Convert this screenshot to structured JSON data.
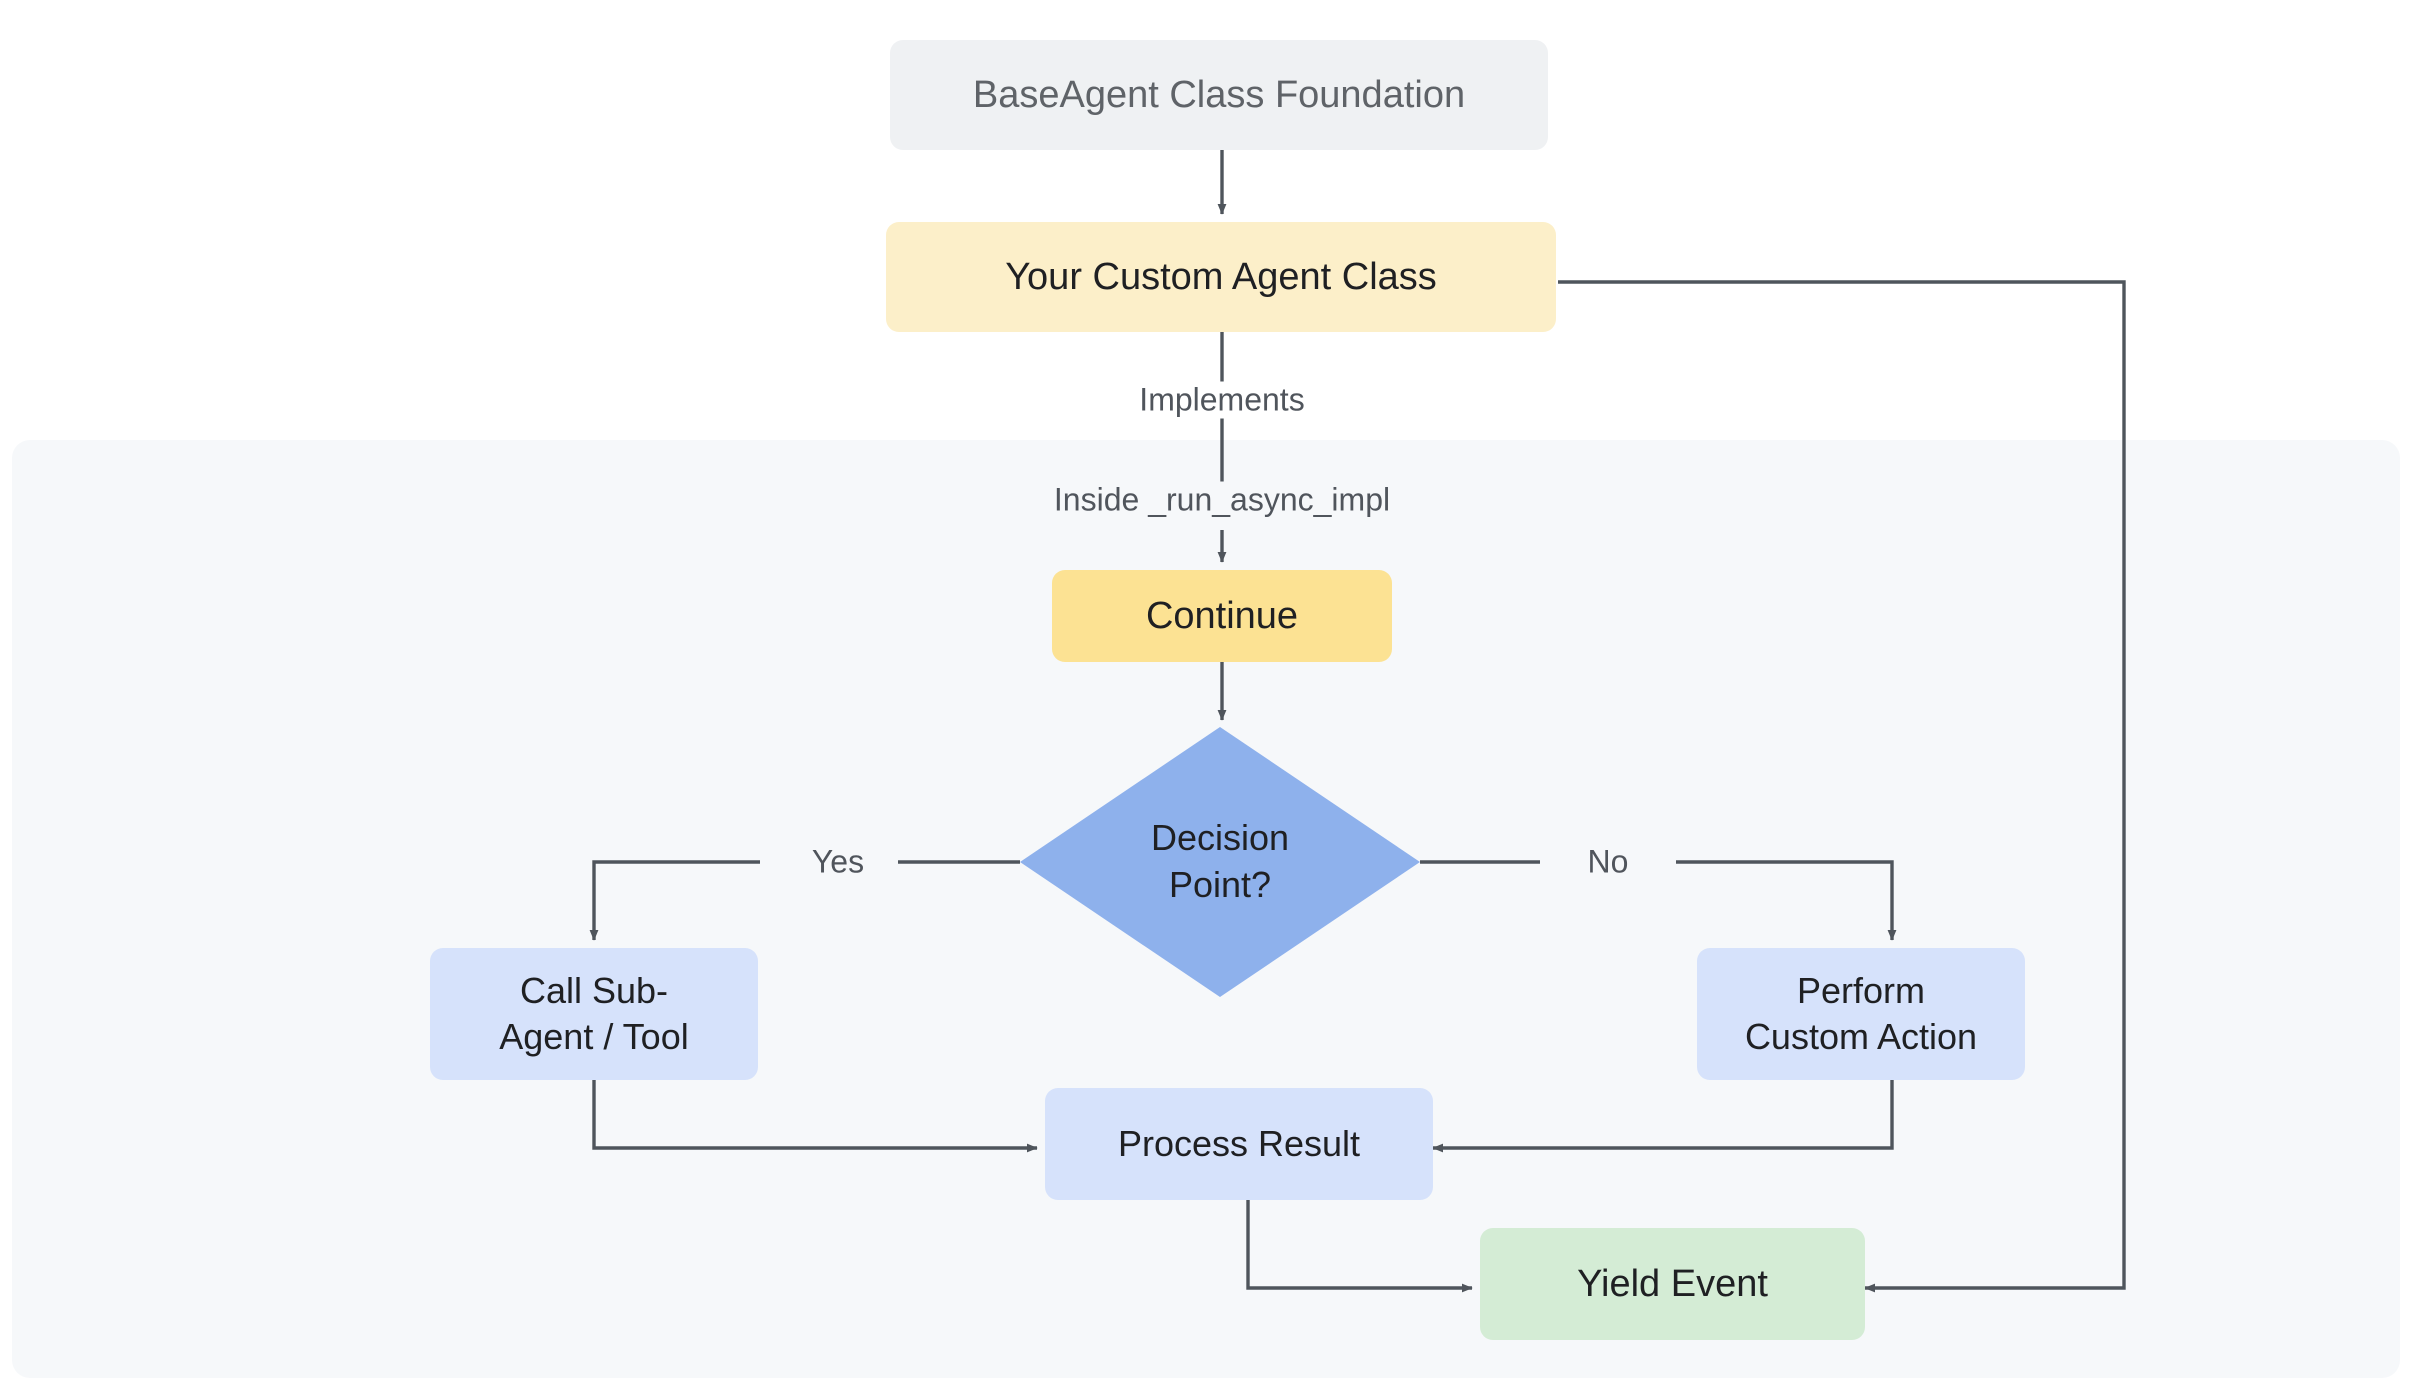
{
  "diagram": {
    "type": "flowchart",
    "title": "",
    "orientation": "top-down",
    "colors": {
      "background": "#ffffff",
      "subgraph_panel": "#f6f8fa",
      "base_node": "#eff1f3",
      "base_node_text": "#5f6368",
      "custom_agent_node": "#fcefc9",
      "continue_node": "#fce293",
      "decision_node": "#8eb1ec",
      "action_node": "#d6e2fb",
      "yield_node": "#d4ecd5",
      "edge_stroke": "#4f555c",
      "node_text": "#1f2023",
      "edge_label_text": "#50555c"
    },
    "nodes": [
      {
        "id": "base_agent",
        "label": "BaseAgent Class Foundation",
        "shape": "rounded-rect",
        "color": "#eff1f3"
      },
      {
        "id": "custom_agent",
        "label": "Your Custom Agent Class",
        "shape": "rounded-rect",
        "color": "#fcefc9"
      },
      {
        "id": "continue",
        "label": "Continue",
        "shape": "rounded-rect",
        "color": "#fce293"
      },
      {
        "id": "decision",
        "label": "Decision\nPoint?",
        "shape": "diamond",
        "color": "#8eb1ec"
      },
      {
        "id": "call_sub_agent",
        "label": "Call Sub-\nAgent / Tool",
        "shape": "rounded-rect",
        "color": "#d6e2fb"
      },
      {
        "id": "custom_action",
        "label": "Perform\nCustom Action",
        "shape": "rounded-rect",
        "color": "#d6e2fb"
      },
      {
        "id": "process_result",
        "label": "Process Result",
        "shape": "rounded-rect",
        "color": "#d6e2fb"
      },
      {
        "id": "yield_event",
        "label": "Yield Event",
        "shape": "rounded-rect",
        "color": "#d4ecd5"
      }
    ],
    "edges": [
      {
        "from": "base_agent",
        "to": "custom_agent",
        "label": ""
      },
      {
        "from": "custom_agent",
        "to": "continue",
        "label": "Implements"
      },
      {
        "from": "custom_agent",
        "to": "continue",
        "label": "Inside _run_async_impl"
      },
      {
        "from": "continue",
        "to": "decision",
        "label": ""
      },
      {
        "from": "decision",
        "to": "call_sub_agent",
        "label": "Yes"
      },
      {
        "from": "decision",
        "to": "custom_action",
        "label": "No"
      },
      {
        "from": "call_sub_agent",
        "to": "process_result",
        "label": ""
      },
      {
        "from": "custom_action",
        "to": "process_result",
        "label": ""
      },
      {
        "from": "process_result",
        "to": "yield_event",
        "label": ""
      },
      {
        "from": "custom_agent",
        "to": "yield_event",
        "label": ""
      }
    ],
    "edge_labels": {
      "implements": "Implements",
      "inside_run_async_impl": "Inside _run_async_impl",
      "yes": "Yes",
      "no": "No"
    }
  }
}
